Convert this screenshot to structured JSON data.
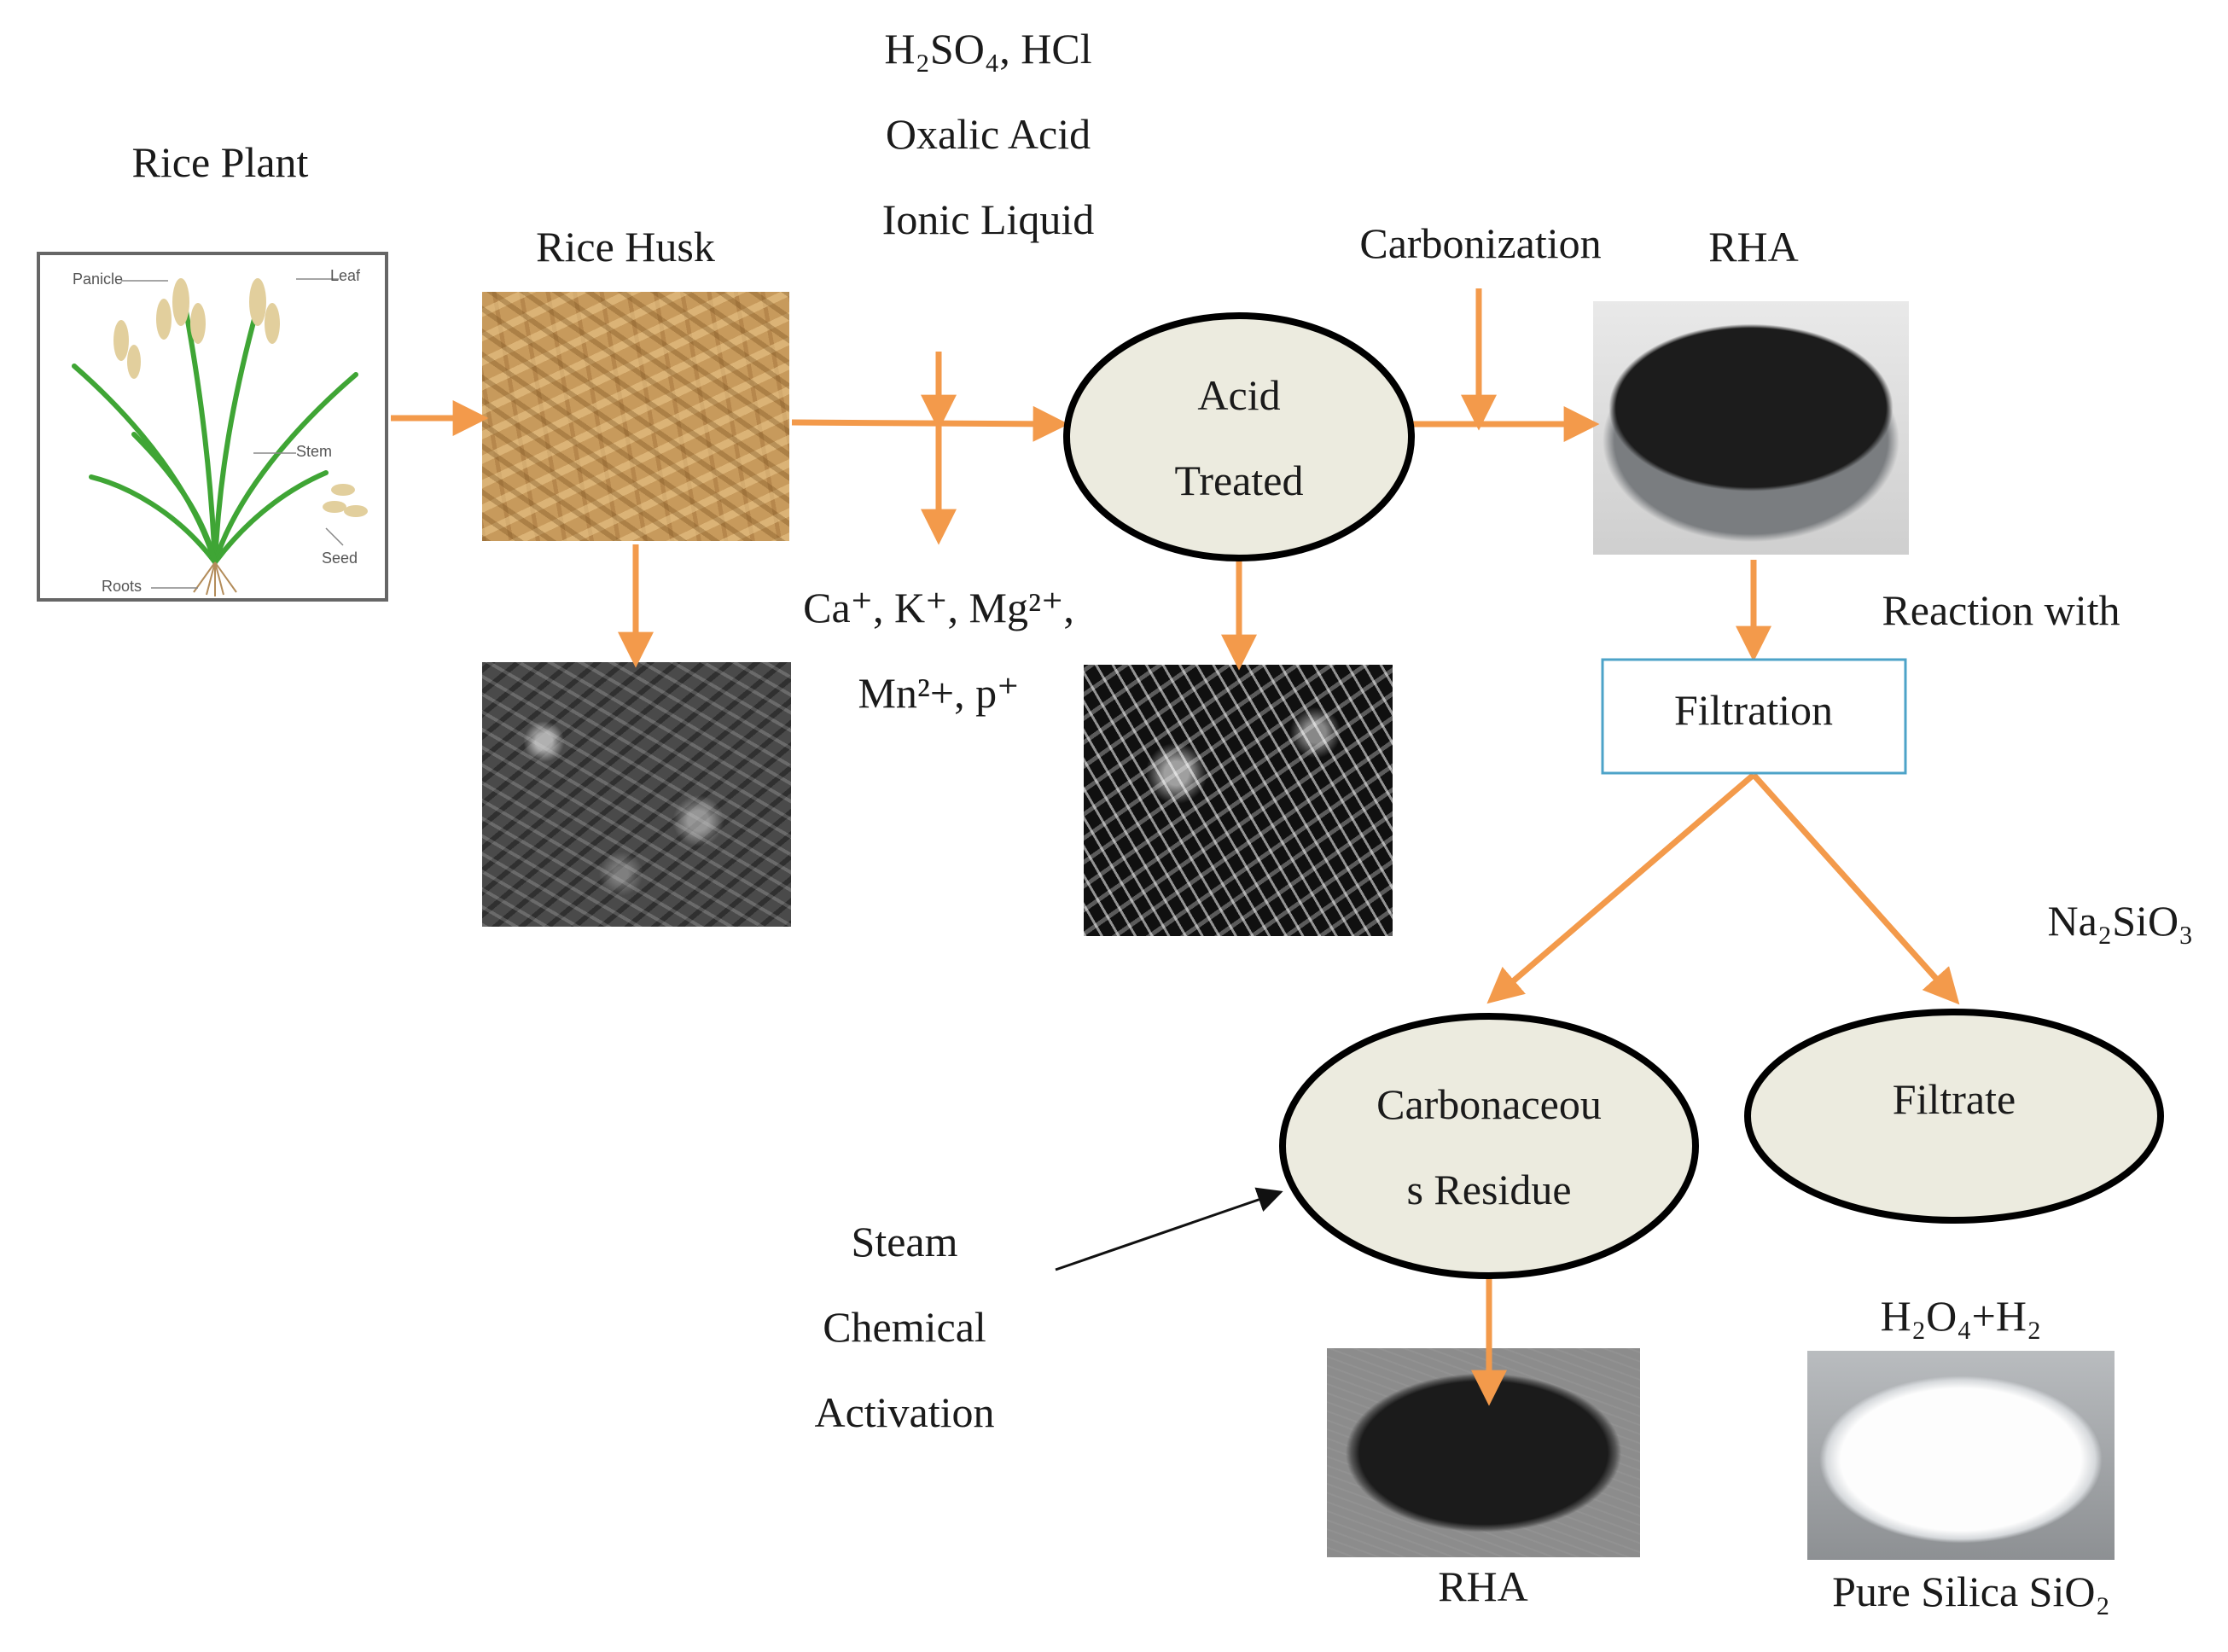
{
  "colors": {
    "arrow": "#f39a4b",
    "node_fill": "#ecebdf",
    "filtration_border": "#4da3c8",
    "text": "#1a1a1a"
  },
  "labels": {
    "rice_plant": "Rice Plant",
    "rice_husk": "Rice Husk",
    "acids_line1": "H₂SO₄, HCl",
    "acids_line2": "Oxalic Acid",
    "acids_line3": "Ionic Liquid",
    "carbonization": "Carbonization",
    "rha_top": "RHA",
    "ions_line1": "Ca⁺, K⁺, Mg²⁺,",
    "ions_line2": "Mn²+, p⁺",
    "reaction_with": "Reaction with",
    "na2sio3": "Na₂SiO₃",
    "steam": "Steam",
    "chemical": "Chemical",
    "activation": "Activation",
    "h2o4h2": "H₂O₄+H₂",
    "rha_bottom": "RHA",
    "pure_silica": "Pure Silica SiO₂"
  },
  "nodes": {
    "acid_treated_line1": "Acid",
    "acid_treated_line2": "Treated",
    "filtration": "Filtration",
    "carbonaceous_line1": "Carbonaceou",
    "carbonaceous_line2": "s Residue",
    "filtrate": "Filtrate"
  },
  "plant_parts": {
    "panicle": "Panicle",
    "leaf": "Leaf",
    "stem": "Stem",
    "seed": "Seed",
    "roots": "Roots"
  }
}
